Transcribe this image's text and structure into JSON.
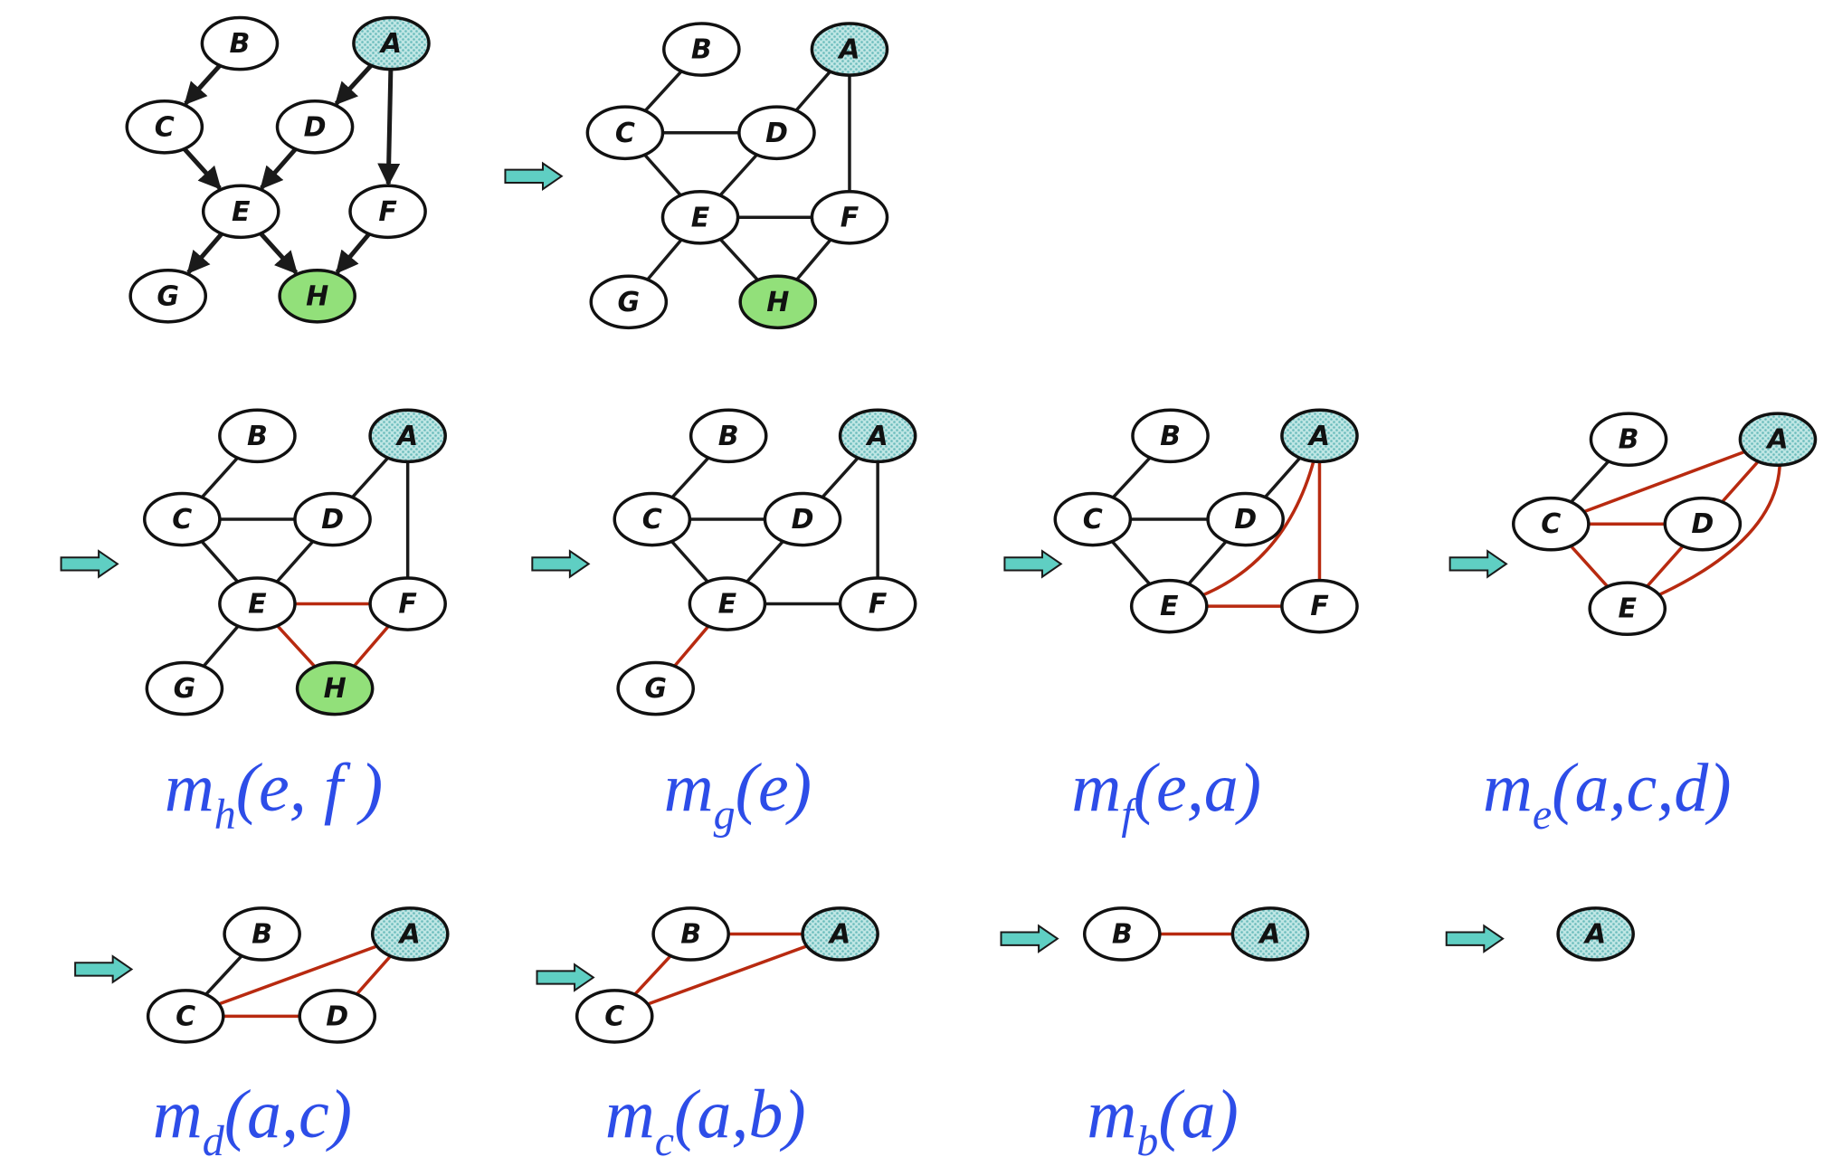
{
  "colors": {
    "line": "#1a1a1a",
    "added_edge": "#b82a10",
    "node_fill": "#ffffff",
    "query_fill": "#92e07a",
    "evidence_fill": "#bfe6e4",
    "evidence_dot": "#6bbcbc",
    "formula": "#2d4de8",
    "arrow_fill": "#5fcfc3"
  },
  "node_roles": {
    "A": "evidence",
    "H": "query"
  },
  "panels": [
    {
      "id": "directed",
      "directed": true,
      "nodes": [
        "A",
        "B",
        "C",
        "D",
        "E",
        "F",
        "G",
        "H"
      ],
      "edges": [
        [
          "B",
          "C"
        ],
        [
          "A",
          "D"
        ],
        [
          "A",
          "F"
        ],
        [
          "C",
          "E"
        ],
        [
          "D",
          "E"
        ],
        [
          "E",
          "G"
        ],
        [
          "E",
          "H"
        ],
        [
          "F",
          "H"
        ]
      ],
      "added_edges": []
    },
    {
      "id": "moral",
      "nodes": [
        "A",
        "B",
        "C",
        "D",
        "E",
        "F",
        "G",
        "H"
      ],
      "edges": [
        [
          "B",
          "C"
        ],
        [
          "C",
          "D"
        ],
        [
          "A",
          "D"
        ],
        [
          "A",
          "F"
        ],
        [
          "C",
          "E"
        ],
        [
          "D",
          "E"
        ],
        [
          "E",
          "F"
        ],
        [
          "E",
          "G"
        ],
        [
          "E",
          "H"
        ],
        [
          "F",
          "H"
        ]
      ],
      "added_edges": []
    },
    {
      "id": "step-h",
      "nodes": [
        "A",
        "B",
        "C",
        "D",
        "E",
        "F",
        "G",
        "H"
      ],
      "edges": [
        [
          "B",
          "C"
        ],
        [
          "C",
          "D"
        ],
        [
          "A",
          "D"
        ],
        [
          "A",
          "F"
        ],
        [
          "C",
          "E"
        ],
        [
          "D",
          "E"
        ],
        [
          "E",
          "G"
        ]
      ],
      "added_edges": [
        [
          "E",
          "F"
        ],
        [
          "E",
          "H"
        ],
        [
          "F",
          "H"
        ]
      ],
      "message": {
        "m": "m",
        "sub": "h",
        "args": "(e, f )"
      }
    },
    {
      "id": "step-g",
      "nodes": [
        "A",
        "B",
        "C",
        "D",
        "E",
        "F",
        "G"
      ],
      "edges": [
        [
          "B",
          "C"
        ],
        [
          "C",
          "D"
        ],
        [
          "A",
          "D"
        ],
        [
          "A",
          "F"
        ],
        [
          "C",
          "E"
        ],
        [
          "D",
          "E"
        ],
        [
          "E",
          "F"
        ]
      ],
      "added_edges": [
        [
          "E",
          "G"
        ]
      ],
      "message": {
        "m": "m",
        "sub": "g",
        "args": "(e)"
      }
    },
    {
      "id": "step-f",
      "nodes": [
        "A",
        "B",
        "C",
        "D",
        "E",
        "F"
      ],
      "edges": [
        [
          "B",
          "C"
        ],
        [
          "C",
          "D"
        ],
        [
          "A",
          "D"
        ],
        [
          "C",
          "E"
        ],
        [
          "D",
          "E"
        ]
      ],
      "added_edges": [
        [
          "E",
          "A"
        ],
        [
          "A",
          "F"
        ],
        [
          "E",
          "F"
        ]
      ],
      "message": {
        "m": "m",
        "sub": "f",
        "args": "(e,a)"
      }
    },
    {
      "id": "step-e",
      "nodes": [
        "A",
        "B",
        "C",
        "D",
        "E"
      ],
      "edges": [
        [
          "B",
          "C"
        ]
      ],
      "added_edges": [
        [
          "C",
          "A"
        ],
        [
          "C",
          "D"
        ],
        [
          "A",
          "D"
        ],
        [
          "C",
          "E"
        ],
        [
          "D",
          "E"
        ],
        [
          "E",
          "A"
        ]
      ],
      "message": {
        "m": "m",
        "sub": "e",
        "args": "(a,c,d)"
      }
    },
    {
      "id": "step-d",
      "nodes": [
        "A",
        "B",
        "C",
        "D"
      ],
      "edges": [
        [
          "B",
          "C"
        ]
      ],
      "added_edges": [
        [
          "C",
          "A"
        ],
        [
          "C",
          "D"
        ],
        [
          "A",
          "D"
        ]
      ],
      "message": {
        "m": "m",
        "sub": "d",
        "args": "(a,c)"
      }
    },
    {
      "id": "step-c",
      "nodes": [
        "A",
        "B",
        "C"
      ],
      "edges": [],
      "added_edges": [
        [
          "B",
          "A"
        ],
        [
          "C",
          "B"
        ],
        [
          "C",
          "A"
        ]
      ],
      "message": {
        "m": "m",
        "sub": "c",
        "args": "(a,b)"
      }
    },
    {
      "id": "step-b",
      "nodes": [
        "A",
        "B"
      ],
      "edges": [],
      "added_edges": [
        [
          "B",
          "A"
        ]
      ],
      "message": {
        "m": "m",
        "sub": "b",
        "args": "(a)"
      }
    },
    {
      "id": "step-a",
      "nodes": [
        "A"
      ],
      "edges": [],
      "added_edges": []
    }
  ]
}
